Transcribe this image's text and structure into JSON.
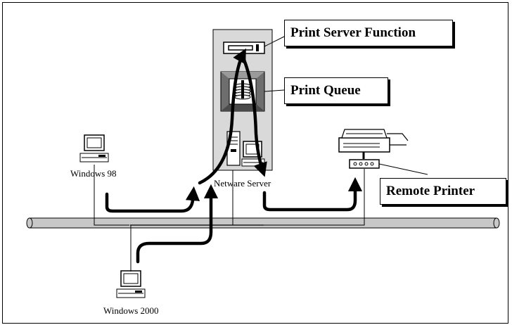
{
  "callouts": {
    "print_server_function": "Print Server Function",
    "print_queue": "Print Queue",
    "remote_printer": "Remote Printer"
  },
  "nodes": {
    "windows_98": "Windows 98",
    "netware_server": "Netware Server",
    "windows_2000": "Windows 2000"
  },
  "icons": [
    "computer-icon",
    "server-tower-icon",
    "print-server-card-icon",
    "print-queue-icon",
    "printer-icon",
    "print-server-box-icon",
    "network-cable-icon"
  ],
  "colors": {
    "line": "#000000",
    "server_panel": "#d9d9d9",
    "queue_frame": "#6e6e6e",
    "cable": "#c8c8c8"
  }
}
